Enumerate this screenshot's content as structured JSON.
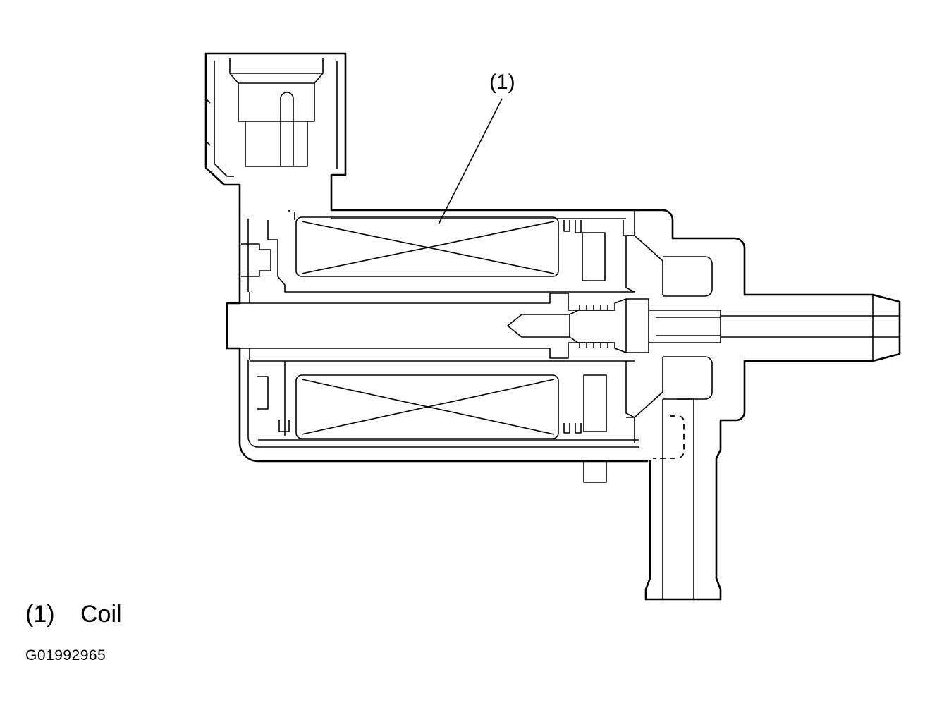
{
  "diagram": {
    "callout_label": "(1)",
    "legend": [
      {
        "number": "(1)",
        "name": "Coil"
      }
    ],
    "figure_id": "G01992965"
  }
}
